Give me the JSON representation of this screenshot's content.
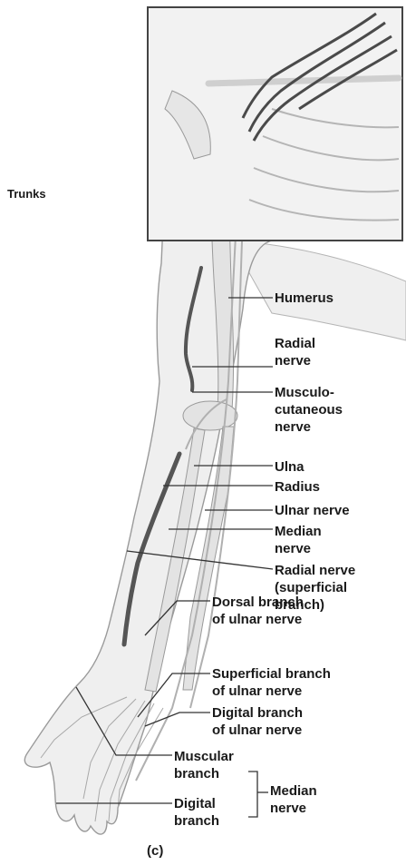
{
  "figure": {
    "caption": "(c)",
    "labels": {
      "trunks": "Trunks",
      "humerus": "Humerus",
      "radial_nerve": "Radial\nnerve",
      "musculocutaneous_nerve": "Musculo-\ncutaneous\nnerve",
      "ulna": "Ulna",
      "radius": "Radius",
      "ulnar_nerve": "Ulnar nerve",
      "median_nerve_forearm": "Median\nnerve",
      "radial_nerve_superficial": "Radial nerve\n(superficial\nbranch)",
      "dorsal_branch_ulnar": "Dorsal branch\nof ulnar nerve",
      "superficial_branch_ulnar": "Superficial branch\nof ulnar nerve",
      "digital_branch_ulnar": "Digital branch\nof ulnar nerve",
      "muscular_branch": "Muscular\nbranch",
      "digital_branch": "Digital\nbranch",
      "median_nerve_hand": "Median\nnerve"
    }
  },
  "colors": {
    "skin": "#efefef",
    "outline": "#9a9a9a",
    "bone": "#e3e3e3",
    "nerve_dark": "#555555",
    "leader": "#333333",
    "inset_border": "#444444"
  }
}
